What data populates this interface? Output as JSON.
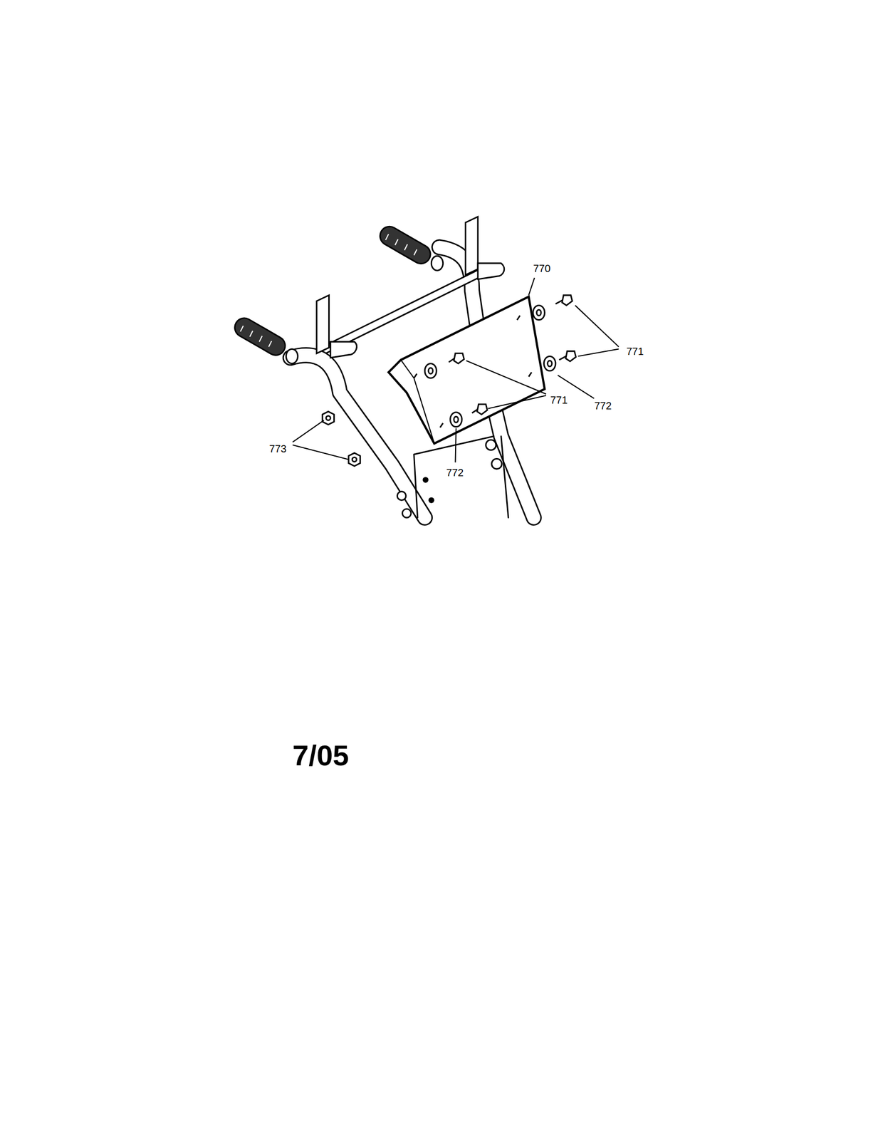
{
  "diagram": {
    "labels": [
      "770",
      "771",
      "771",
      "772",
      "773",
      "772",
      "7/05"
    ]
  }
}
